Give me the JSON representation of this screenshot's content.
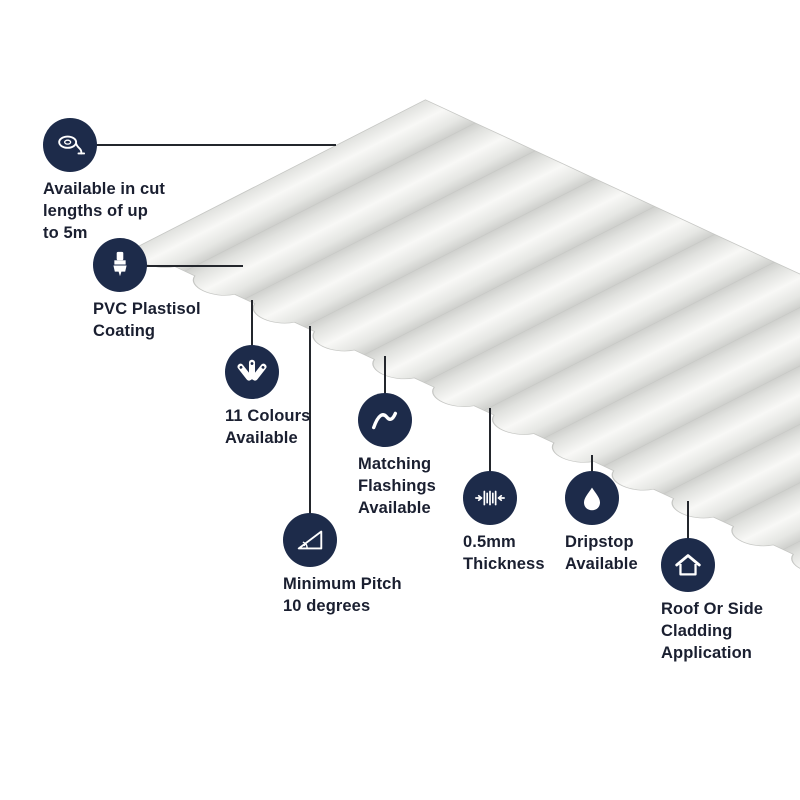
{
  "theme": {
    "background": "#ffffff",
    "circle_color": "#1d2b4a",
    "text_color": "#1a1f30",
    "line_color": "#23262c",
    "sheet_base": "#ebece9",
    "sheet_highlight": "#f8f8f6",
    "sheet_shadow": "#cfd0cd"
  },
  "graphic": {
    "name": "corrugated-roofing-sheet"
  },
  "features": [
    {
      "name": "cut-lengths",
      "icon": "tape-measure-icon",
      "lines": [
        "Available in cut",
        "lengths of up",
        "to 5m"
      ]
    },
    {
      "name": "coating",
      "icon": "paintbrush-icon",
      "lines": [
        "PVC Plastisol",
        "Coating"
      ]
    },
    {
      "name": "colours",
      "icon": "colour-fan-icon",
      "lines": [
        "11 Colours",
        "Available"
      ]
    },
    {
      "name": "flashings",
      "icon": "flashing-sheet-icon",
      "lines": [
        "Matching",
        "Flashings",
        "Available"
      ]
    },
    {
      "name": "pitch",
      "icon": "pitch-angle-icon",
      "lines": [
        "Minimum Pitch",
        "10 degrees"
      ]
    },
    {
      "name": "thickness",
      "icon": "thickness-arrows-icon",
      "lines": [
        "0.5mm",
        "Thickness"
      ]
    },
    {
      "name": "dripstop",
      "icon": "water-droplet-icon",
      "lines": [
        "Dripstop",
        "Available"
      ]
    },
    {
      "name": "cladding",
      "icon": "house-roof-icon",
      "lines": [
        "Roof Or Side",
        "Cladding",
        "Application"
      ]
    }
  ]
}
